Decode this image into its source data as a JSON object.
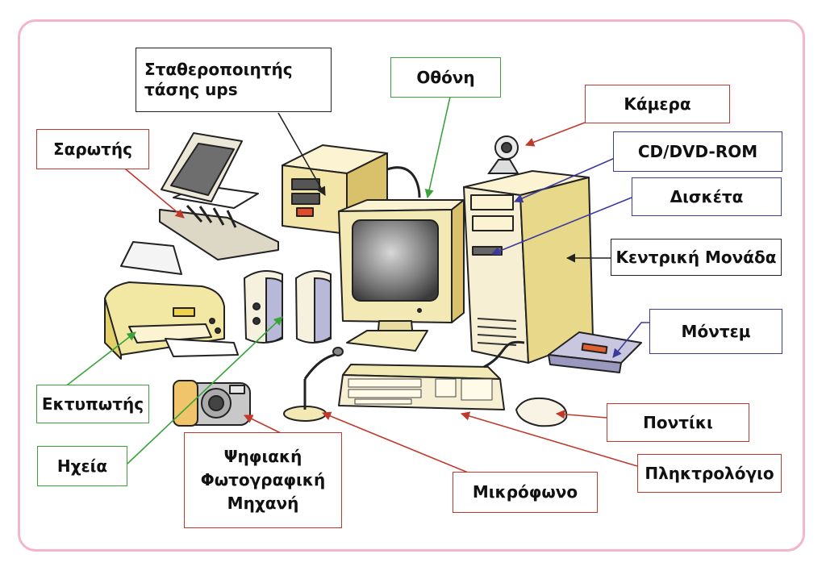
{
  "colors": {
    "frame": "#f3b6c8",
    "red": "#c0392b",
    "green": "#3aa33a",
    "blue": "#3b3b9c",
    "black": "#222222"
  },
  "labels": {
    "ups": [
      "Σταθεροποιητής",
      "τάσης ups"
    ],
    "monitor": "Οθόνη",
    "camera": "Κάμερα",
    "scanner": "Σαρωτής",
    "cdrom": "CD/DVD-ROM",
    "floppy": "Δισκέτα",
    "cpu": "Κεντρική Μονάδα",
    "modem": "Μόντεμ",
    "mouse": "Ποντίκι",
    "keyboard": "Πληκτρολόγιο",
    "microphone": "Μικρόφωνο",
    "digicam": [
      "Ψηφιακή",
      "Φωτογραφική",
      "Μηχανή"
    ],
    "printer": "Εκτυπωτής",
    "speakers": "Ηχεία"
  }
}
